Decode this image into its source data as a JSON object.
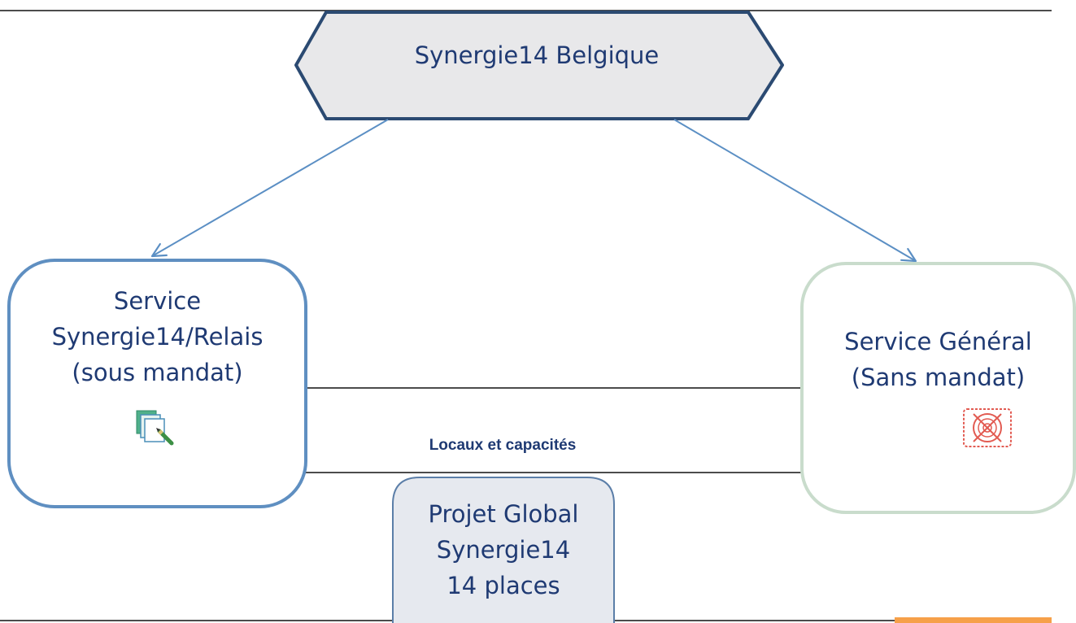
{
  "top_node": {
    "label": "Synergie14 Belgique"
  },
  "left_node": {
    "lines": [
      "Service",
      "Synergie14/Relais",
      "(sous mandat)"
    ]
  },
  "right_node": {
    "lines": [
      "Service Général",
      "(Sans mandat)"
    ]
  },
  "bottom_node": {
    "lines": [
      "Projet Global",
      "Synergie14",
      "14 places"
    ]
  },
  "connector_caption": "Locaux et capacités",
  "icons": {
    "left": "edit-document-icon",
    "right": "crossed-target-icon"
  },
  "colors": {
    "top_fill": "#e8e8ea",
    "top_stroke": "#2b4a72",
    "left_stroke": "#5f8fc1",
    "right_stroke": "#c9dccc",
    "bottom_fill": "#e6e9ef",
    "bottom_stroke": "#5b7ea8",
    "arrow": "#5b8fc4",
    "text": "#1f3a73",
    "accent": "#f6a049"
  }
}
